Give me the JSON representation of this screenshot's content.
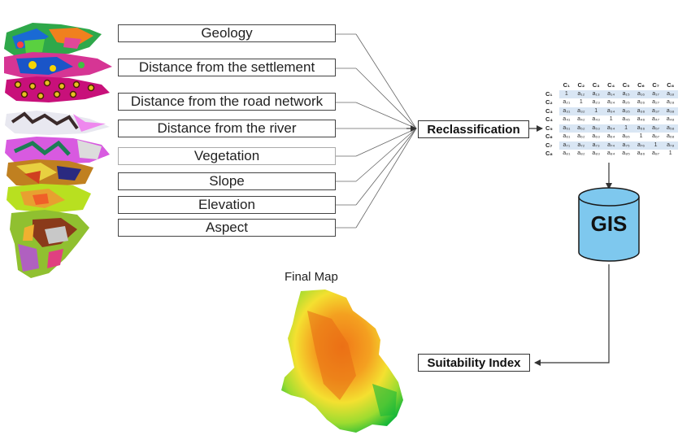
{
  "layers": [
    {
      "label": "Geology"
    },
    {
      "label": "Distance from the settlement"
    },
    {
      "label": "Distance from the road network"
    },
    {
      "label": "Distance from the river"
    },
    {
      "label": "Vegetation"
    },
    {
      "label": "Slope"
    },
    {
      "label": "Elevation"
    },
    {
      "label": "Aspect"
    }
  ],
  "steps": {
    "reclassification": "Reclassification",
    "gis": "GIS",
    "suitability_index": "Suitability Index",
    "final_map": "Final Map"
  },
  "matrix": {
    "headers": [
      "C₁",
      "C₂",
      "C₃",
      "C₄",
      "C₅",
      "C₆",
      "C₇",
      "C₈"
    ],
    "rows": [
      {
        "label": "C₁",
        "cells": [
          "1",
          "a₁₂",
          "a₁₃",
          "a₁₄",
          "a₁₅",
          "a₁₆",
          "a₁₇",
          "a₁₈"
        ]
      },
      {
        "label": "C₂",
        "cells": [
          "a₂₁",
          "1",
          "a₂₃",
          "a₂₄",
          "a₂₅",
          "a₂₆",
          "a₂₇",
          "a₂₈"
        ]
      },
      {
        "label": "C₃",
        "cells": [
          "a₃₁",
          "a₃₂",
          "1",
          "a₃₄",
          "a₃₅",
          "a₃₆",
          "a₃₇",
          "a₃₈"
        ]
      },
      {
        "label": "C₄",
        "cells": [
          "a₄₁",
          "a₄₂",
          "a₄₃",
          "1",
          "a₄₅",
          "a₄₆",
          "a₄₇",
          "a₄₈"
        ]
      },
      {
        "label": "C₅",
        "cells": [
          "a₅₁",
          "a₅₂",
          "a₅₃",
          "a₅₄",
          "1",
          "a₅₆",
          "a₅₇",
          "a₅₈"
        ]
      },
      {
        "label": "C₆",
        "cells": [
          "a₆₁",
          "a₆₂",
          "a₆₃",
          "a₆₄",
          "a₆₅",
          "1",
          "a₆₇",
          "a₆₈"
        ]
      },
      {
        "label": "C₇",
        "cells": [
          "a₇₁",
          "a₇₂",
          "a₇₃",
          "a₇₄",
          "a₇₅",
          "a₇₆",
          "1",
          "a₇₈"
        ]
      },
      {
        "label": "C₈",
        "cells": [
          "a₈₁",
          "a₈₂",
          "a₈₃",
          "a₈₄",
          "a₈₅",
          "a₈₆",
          "a₈₇",
          "1"
        ]
      }
    ]
  },
  "colors": {
    "gis_fill": "#7ec8ee",
    "gis_stroke": "#1a1a1a",
    "matrix_band": "#d9e6f4",
    "arrow": "#333333"
  },
  "icons": {
    "layer_stack": "stacked-thematic-maps-icon",
    "database": "database-cylinder-icon",
    "final_map": "suitability-map-icon"
  }
}
